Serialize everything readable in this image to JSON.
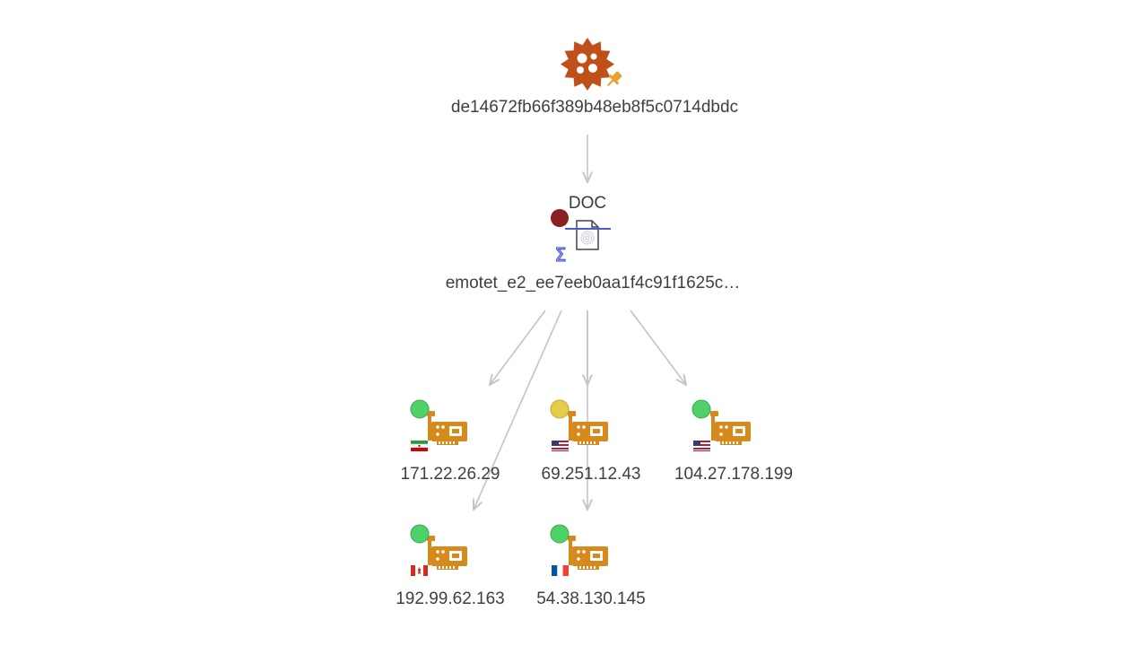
{
  "graph": {
    "root": {
      "label": "de14672fb66f389b48eb8f5c0714dbdc",
      "icon": "malware-virus-icon",
      "badge_icon": "pin-icon",
      "color": "#c0501a"
    },
    "file": {
      "type_label": "DOC",
      "label": "emotet_e2_ee7eeb0aa1f4c91f1625c…",
      "icon": "document-fingerprint-icon",
      "status_color": "#8b2020",
      "badge_icon": "sigma-icon",
      "accent_color": "#4a5bd4"
    },
    "ips": [
      {
        "label": "171.22.26.29",
        "status_color": "#4fd16a",
        "flag": "Iran"
      },
      {
        "label": "69.251.12.43",
        "status_color": "#e5cf48",
        "flag": "United States"
      },
      {
        "label": "104.27.178.199",
        "status_color": "#4fd16a",
        "flag": "United States"
      },
      {
        "label": "192.99.62.163",
        "status_color": "#4fd16a",
        "flag": "Canada"
      },
      {
        "label": "54.38.130.145",
        "status_color": "#4fd16a",
        "flag": "France"
      }
    ],
    "ip_icon": "network-card-icon",
    "ip_icon_color": "#d68a1c",
    "edge_color": "#c4c4c4"
  }
}
